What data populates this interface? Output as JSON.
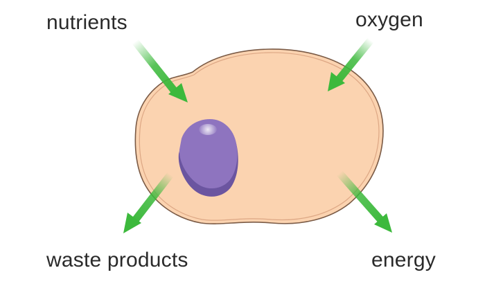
{
  "labels": {
    "nutrients": "nutrients",
    "oxygen": "oxygen",
    "waste_products": "waste products",
    "energy": "energy"
  },
  "colors": {
    "cytoplasm": "#fbd3b0",
    "membrane": "#7a5a45",
    "nucleus": "#8e74bf",
    "nucleus_shadow": "#6b55a0",
    "arrow": "#3cb93c",
    "text": "#2a2a2a"
  },
  "arrows": [
    {
      "name": "nutrients",
      "direction": "into cell"
    },
    {
      "name": "oxygen",
      "direction": "into cell"
    },
    {
      "name": "waste products",
      "direction": "out of cell"
    },
    {
      "name": "energy",
      "direction": "out of cell"
    }
  ]
}
